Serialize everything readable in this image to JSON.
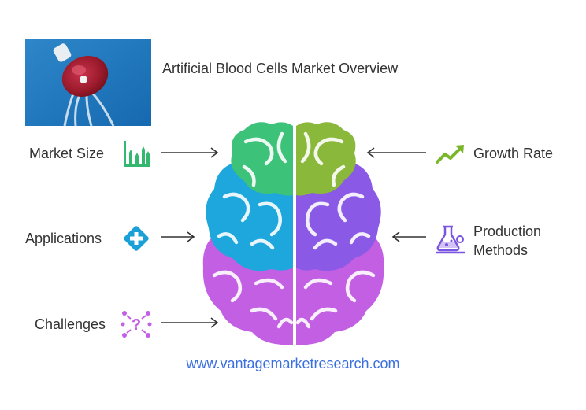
{
  "title": "Artificial Blood Cells Market Overview",
  "photo": {
    "subject": "blood bag"
  },
  "left_items": [
    {
      "label": "Market Size",
      "icon": "bar-chart-icon",
      "color": "#34b870"
    },
    {
      "label": "Applications",
      "icon": "medical-cross-icon",
      "color": "#1a9fd6"
    },
    {
      "label": "Challenges",
      "icon": "question-network-icon",
      "color": "#c45ee6"
    }
  ],
  "right_items": [
    {
      "label": "Growth Rate",
      "icon": "trend-up-icon",
      "color": "#7ab62c"
    },
    {
      "label_line1": "Production",
      "label_line2": "Methods",
      "icon": "flask-icon",
      "color": "#7a55e0"
    }
  ],
  "brain_colors": {
    "top_left": "#3dc27a",
    "mid_left": "#1da7dc",
    "bottom_left": "#c25fe3",
    "top_right": "#8ab83a",
    "mid_right": "#8a5ae6",
    "bottom_right": "#c25fe3"
  },
  "footer_url": "www.vantagemarketresearch.com"
}
